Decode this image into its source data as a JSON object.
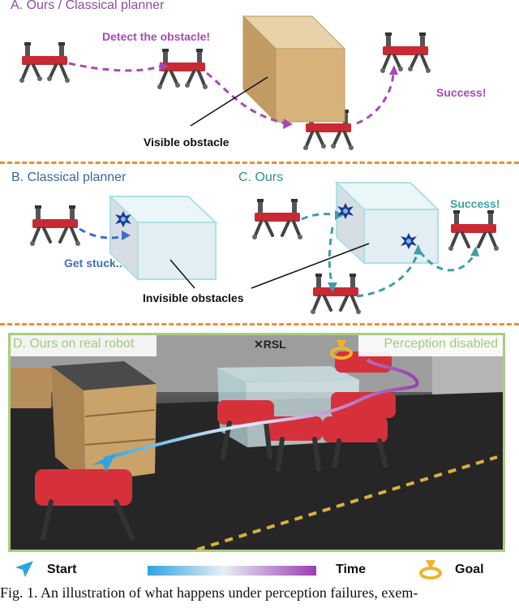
{
  "panels": {
    "a": {
      "title": "A. Ours / Classical planner",
      "detect_label": "Detect the obstacle!",
      "success_label": "Success!",
      "obstacle_label": "Visible obstacle"
    },
    "b": {
      "title": "B. Classical planner",
      "stuck_label": "Get stuck.."
    },
    "c": {
      "title": "C. Ours",
      "success_label": "Success!"
    },
    "bc_obstacle_label": "Invisible obstacles",
    "d": {
      "title": "D. Ours on real robot",
      "perception_label": "Perception disabled"
    }
  },
  "legend": {
    "start": "Start",
    "time": "Time",
    "goal": "Goal"
  },
  "caption": "Fig. 1.    An illustration of what happens under perception failures, exem-",
  "colors": {
    "purple_path": "#a64ab3",
    "teal_path": "#3f9ea8",
    "blue_path": "#3f6fc4",
    "divider": "#e8902e",
    "photo_border": "#a6cf7e",
    "goal": "#f0b429"
  }
}
